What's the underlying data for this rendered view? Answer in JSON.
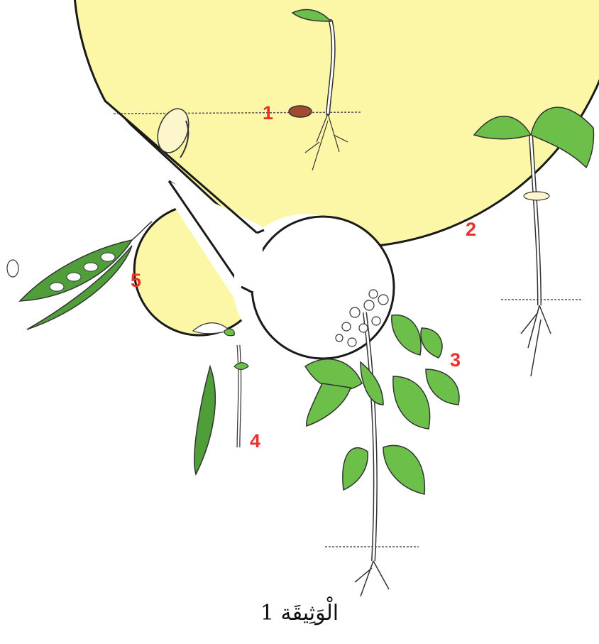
{
  "diagram": {
    "stages": [
      {
        "number": "1"
      },
      {
        "number": "2"
      },
      {
        "number": "3"
      },
      {
        "number": "4"
      },
      {
        "number": "5"
      }
    ],
    "caption": "الْوَثِيقَة 1",
    "colors": {
      "disc_fill": "#fbf7a6",
      "outline": "#1a1a1a",
      "leaf": "#6cc04a",
      "leaf_dark": "#3f8f2e",
      "pod": "#4f9e3a",
      "seed": "#a14a2e",
      "number": "#e8322b"
    }
  }
}
